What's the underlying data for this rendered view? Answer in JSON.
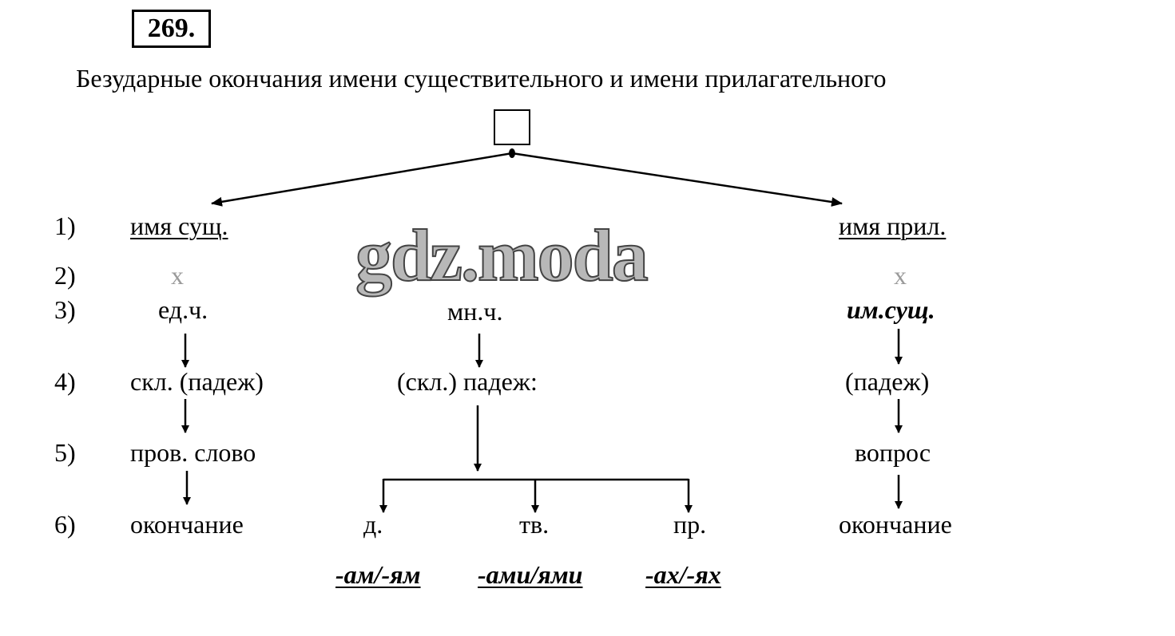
{
  "exercise_number": "269.",
  "title": "Безударные окончания имени существительного и имени прилагательного",
  "watermark": "gdz.moda",
  "row_labels": [
    "1)",
    "2)",
    "3)",
    "4)",
    "5)",
    "6)"
  ],
  "noun": {
    "heading": "имя сущ.",
    "step2": "х",
    "step3": "ед.ч.",
    "step4": "скл. (падеж)",
    "step5": "пров. слово",
    "step6": "окончание"
  },
  "plural": {
    "step3": "мн.ч.",
    "step4": "(скл.) падеж:",
    "cases": [
      {
        "label": "д.",
        "ending": "-ам/-ям"
      },
      {
        "label": "тв.",
        "ending": "-ами/ями"
      },
      {
        "label": "пр.",
        "ending": "-ах/-ях"
      }
    ]
  },
  "adjective": {
    "heading": "имя прил.",
    "step2": "х",
    "step3": "им.сущ.",
    "step4": "(падеж)",
    "step5": "вопрос",
    "step6": "окончание"
  }
}
